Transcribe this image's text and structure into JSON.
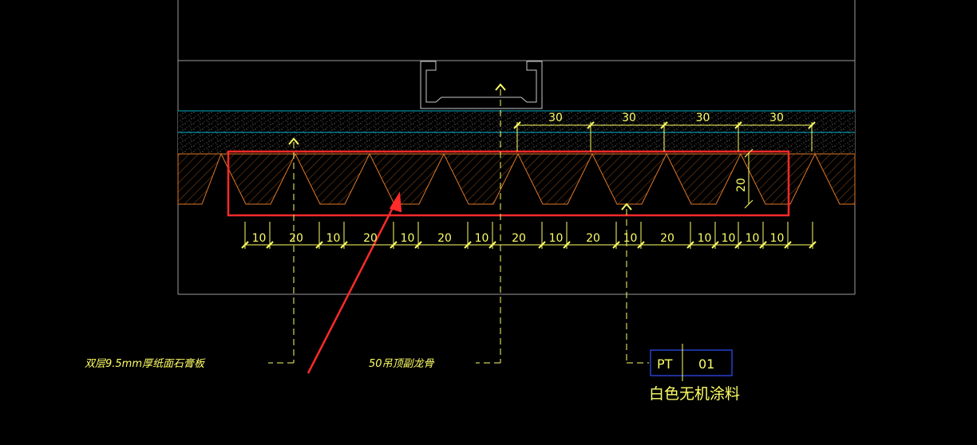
{
  "top_dimensions": [
    "30",
    "30",
    "30",
    "30"
  ],
  "height_dimension": "20",
  "bottom_dimensions": [
    "10",
    "20",
    "10",
    "20",
    "10",
    "20",
    "10",
    "20",
    "10",
    "20",
    "10",
    "20",
    "10",
    "10",
    "10",
    "10"
  ],
  "labels": {
    "gypsum_board": "双层9.5mm厚纸面石膏板",
    "keel": "50吊顶副龙骨",
    "pt_code": "PT",
    "pt_number": "01",
    "pt_desc": "白色无机涂料"
  },
  "colors": {
    "background": "#000000",
    "outline": "#9a9a9a",
    "cyan": "#00b0c8",
    "profile": "#e07828",
    "dimension": "#ffff66",
    "highlight": "#ff2a2a",
    "tag_box": "#3050ff"
  }
}
